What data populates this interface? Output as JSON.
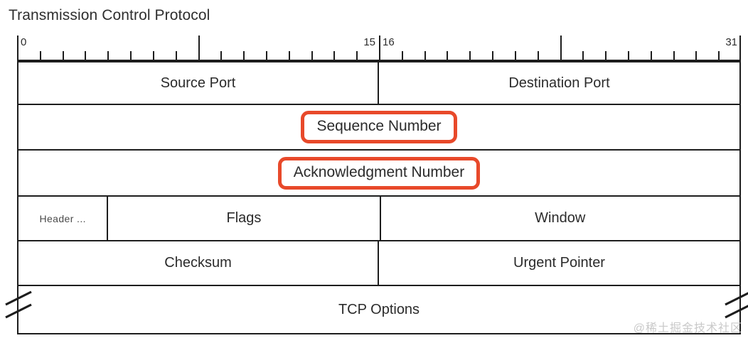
{
  "title": "Transmission Control Protocol",
  "ruler": {
    "total_bits": 32,
    "labels": [
      {
        "text": "0",
        "bit": 0,
        "align": "left"
      },
      {
        "text": "15",
        "bit": 16,
        "align": "right"
      },
      {
        "text": "16",
        "bit": 16,
        "align": "left"
      },
      {
        "text": "31",
        "bit": 32,
        "align": "right"
      }
    ],
    "tall_tick_bits": [
      0,
      8,
      16,
      24,
      32
    ]
  },
  "rows": [
    {
      "name": "ports",
      "cells": [
        {
          "label": "Source Port",
          "highlight": false
        },
        {
          "label": "Destination Port",
          "highlight": false
        }
      ]
    },
    {
      "name": "sequence-number",
      "cells": [
        {
          "label": "Sequence Number",
          "highlight": true
        }
      ]
    },
    {
      "name": "acknowledgment-number",
      "cells": [
        {
          "label": "Acknowledgment Number",
          "highlight": true
        }
      ]
    },
    {
      "name": "header-flags-window",
      "cells": [
        {
          "label": "Header ...",
          "highlight": false
        },
        {
          "label": "Flags",
          "highlight": false
        },
        {
          "label": "Window",
          "highlight": false
        }
      ]
    },
    {
      "name": "checksum-urgent",
      "cells": [
        {
          "label": "Checksum",
          "highlight": false
        },
        {
          "label": "Urgent Pointer",
          "highlight": false
        }
      ]
    },
    {
      "name": "tcp-options",
      "cells": [
        {
          "label": "TCP Options",
          "highlight": false
        }
      ]
    }
  ],
  "colors": {
    "highlight": "#e8492a",
    "line": "#1d1d1d",
    "text": "#2b2b2b",
    "background": "#ffffff",
    "watermark": "#c9c9c9"
  },
  "watermark": "@稀土掘金技术社区"
}
